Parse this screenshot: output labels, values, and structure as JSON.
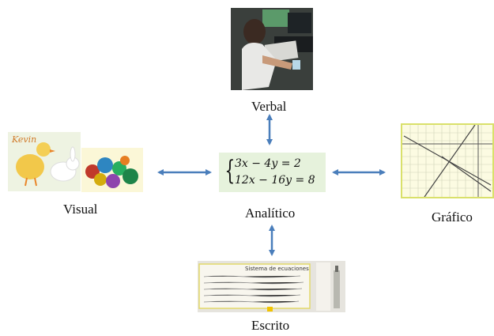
{
  "labels": {
    "verbal": "Verbal",
    "visual": "Visual",
    "analitico": "Analítico",
    "grafico": "Gráfico",
    "escrito": "Escrito"
  },
  "equations": {
    "line1": "3x − 4y = 2",
    "line2": "12x − 16y = 8"
  },
  "visual_image_text": "Kevin",
  "written_image_title": "Sistema de ecuaciones",
  "colors": {
    "arrow": "#4a7ebb",
    "equation_box": "#e6f2dc"
  }
}
